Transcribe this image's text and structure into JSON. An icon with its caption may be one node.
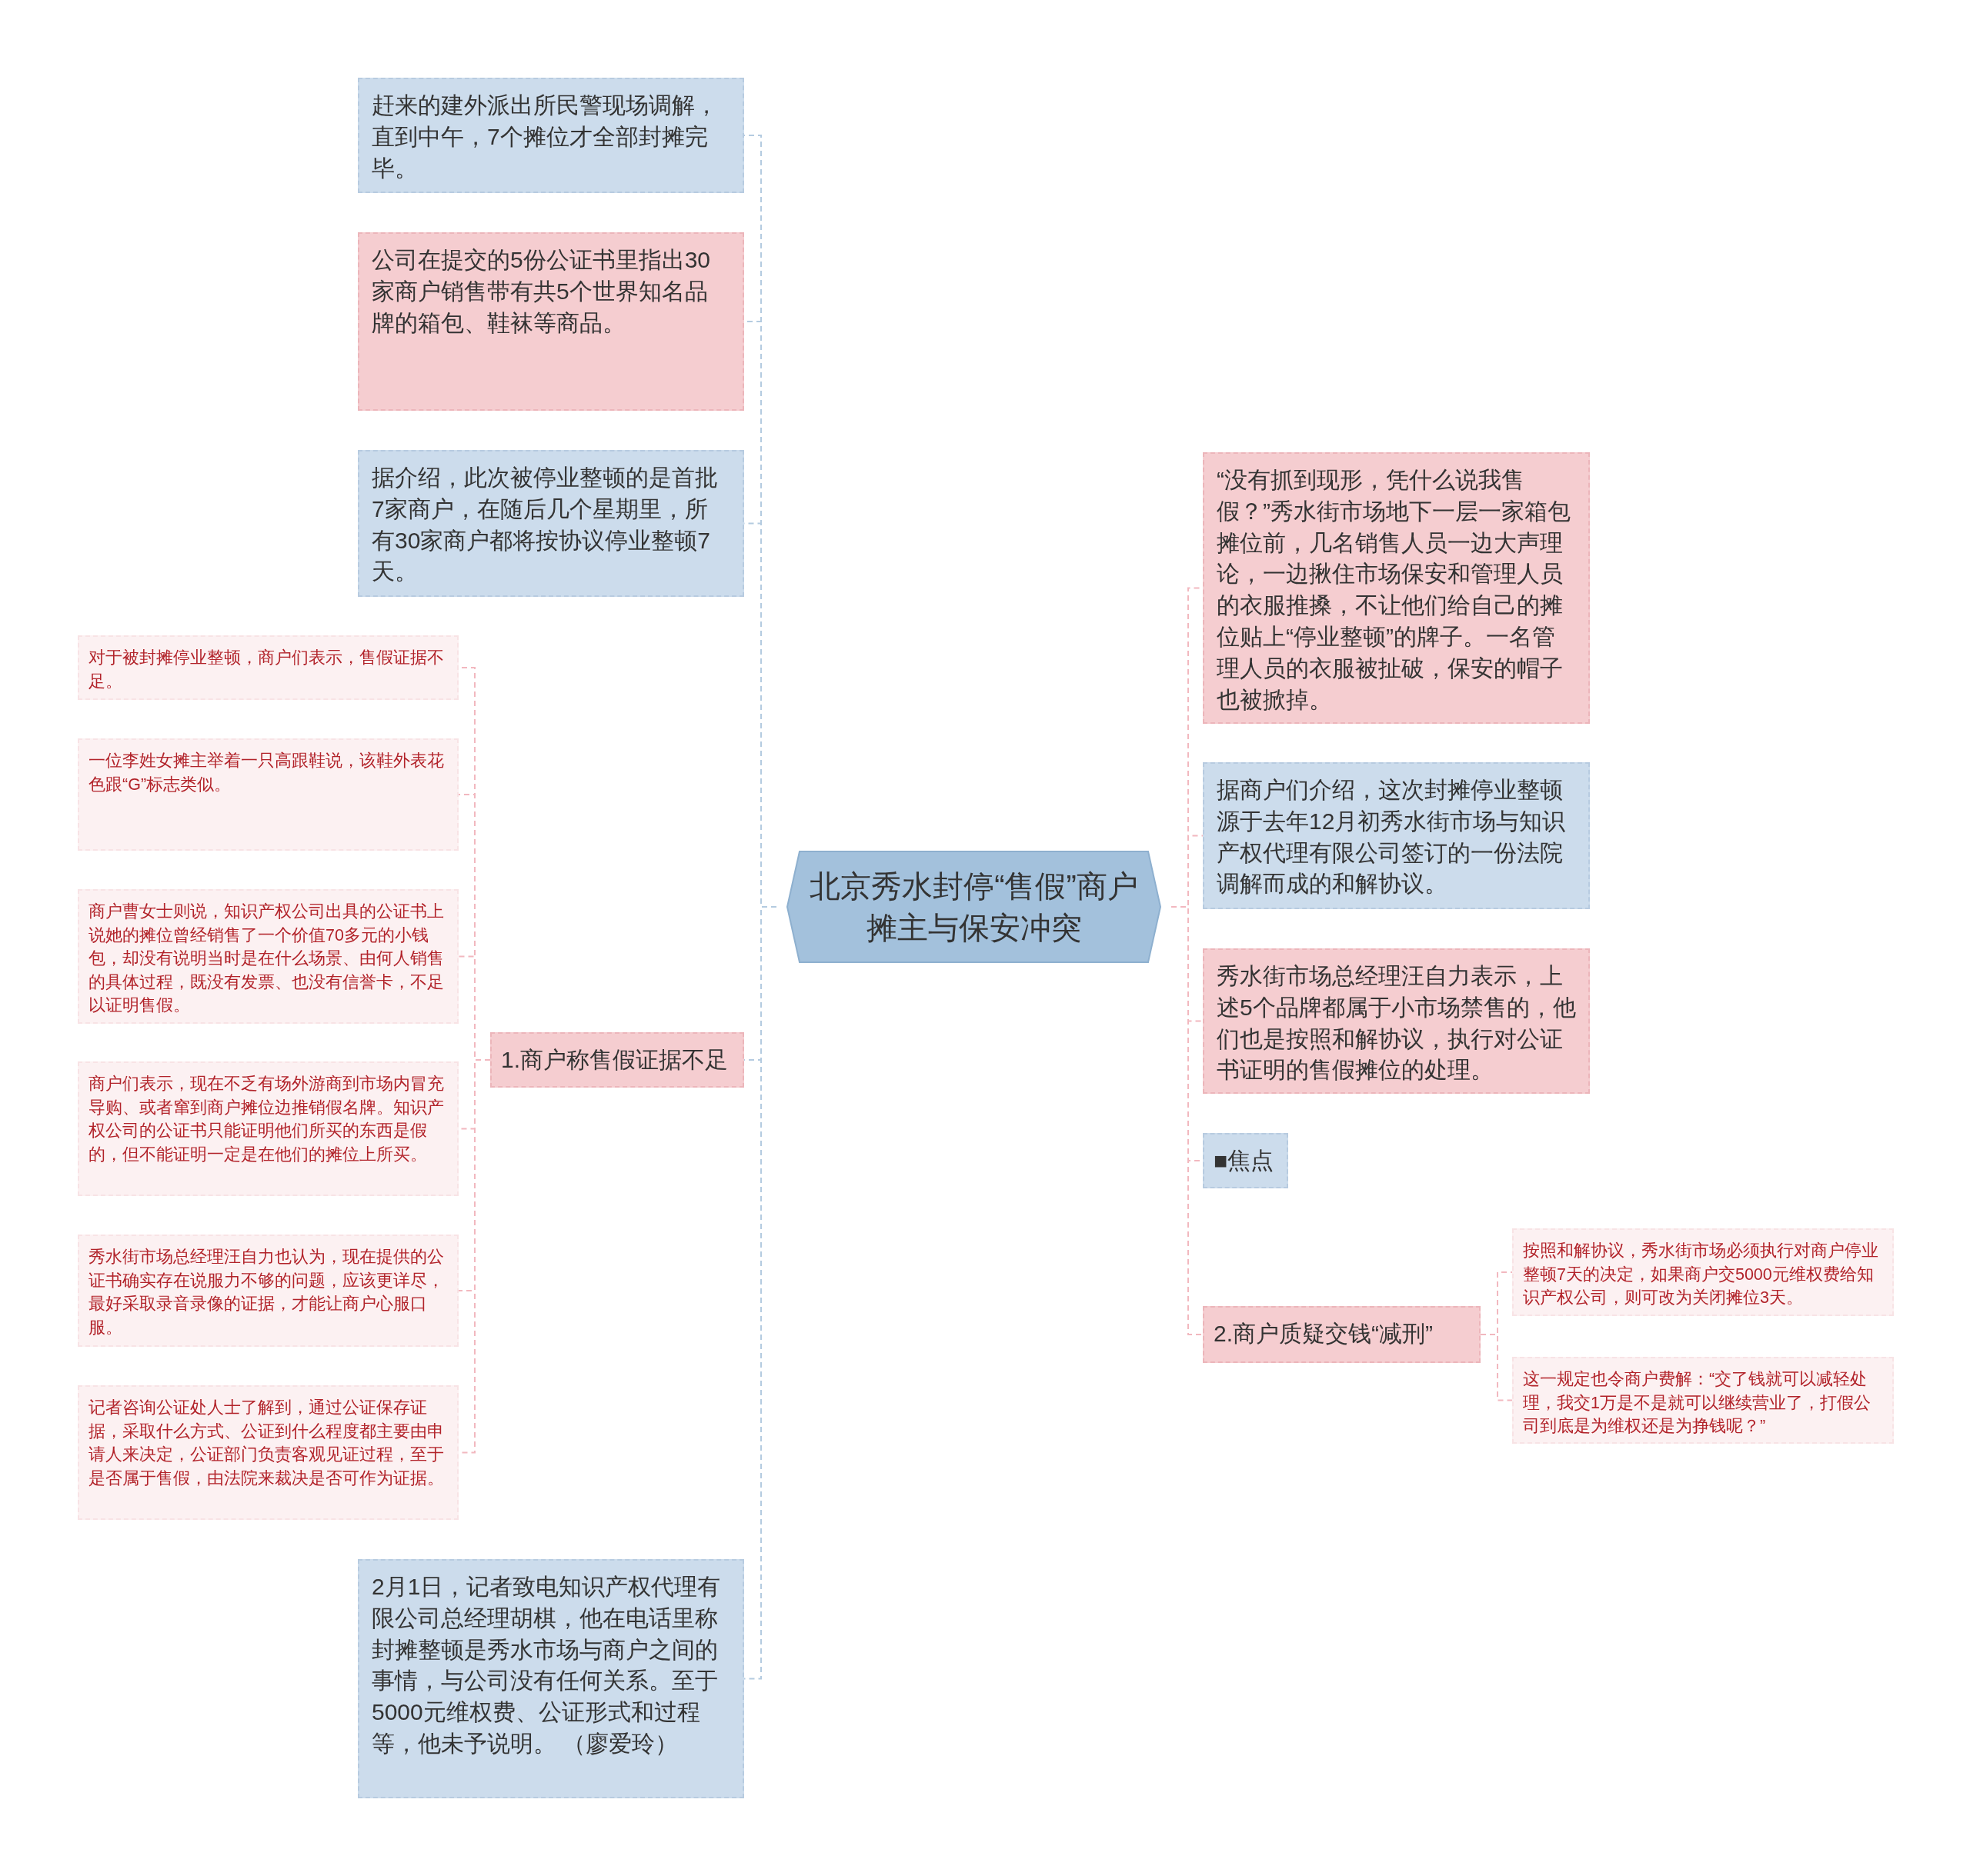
{
  "diagram": {
    "nodes": [
      {
        "text": [
          "北京秀水封停“售假”商户摊主与保安冲突"
        ]
      },
      {
        "text": [
          "赶来的建外派出所民警现场调解，直到中午，7个摊位才全部封摊完毕。"
        ]
      },
      {
        "text": [
          "公司在提交的5份公证书里指出30家商户销售带有共5个世界知名品牌的箱包、鞋袜等商品。"
        ]
      },
      {
        "text": [
          "据介绍，此次被停业整顿的是首批7家商户，在随后几个星期里，所有30家商户都将按协议停业整顿7天。"
        ]
      },
      {
        "text": [
          "1.商户称售假证据不足"
        ]
      },
      {
        "text": [
          "对于被封摊停业整顿，商户们表示，售假证据不足。"
        ]
      },
      {
        "text": [
          "一位李姓女摊主举着一只高跟鞋说，该鞋外表花色跟“G”标志类似。"
        ]
      },
      {
        "text": [
          "商户曹女士则说，知识产权公司出具的公证书上说她的摊位曾经销售了一个价值70多元的小钱包，却没有说明当时是在什么场景、由何人销售的具体过程，既没有发票、也没有信誉卡，不足以证明售假。"
        ]
      },
      {
        "text": [
          "商户们表示，现在不乏有场外游商到市场内冒充导购、或者窜到商户摊位边推销假名牌。知识产权公司的公证书只能证明他们所买的东西是假的，但不能证明一定是在他们的摊位上所买。"
        ]
      },
      {
        "text": [
          "秀水街市场总经理汪自力也认为，现在提供的公证书确实存在说服力不够的问题，应该更详尽，最好采取录音录像的证据，才能让商户心服口服。"
        ]
      },
      {
        "text": [
          "记者咨询公证处人士了解到，通过公证保存证据，采取什么方式、公证到什么程度都主要由申请人来决定，公证部门负责客观见证过程，至于是否属于售假，由法院来裁决是否可作为证据。"
        ]
      },
      {
        "text": [
          "2月1日，记者致电知识产权代理有限公司总经理胡棋，他在电话里称封摊整顿是秀水市场与商户之间的事情，与公司没有任何关系。至于5000元维权费、公证形式和过程等，他未予说明。 （廖爱玲）"
        ]
      },
      {
        "text": [
          "“没有抓到现形，凭什么说我售假？”秀水街市场地下一层一家箱包摊位前，几名销售人员一边大声理论，一边揪住市场保安和管理人员的衣服推搡，不让他们给自己的摊位贴上“停业整顿”的牌子。一名管理人员的衣服被扯破，保安的帽子也被掀掉。"
        ]
      },
      {
        "text": [
          "据商户们介绍，这次封摊停业整顿源于去年12月初秀水街市场与知识产权代理有限公司签订的一份法院调解而成的和解协议。"
        ]
      },
      {
        "text": [
          "秀水街市场总经理汪自力表示，上述5个品牌都属于小市场禁售的，他们也是按照和解协议，执行对公证书证明的售假摊位的处理。"
        ]
      },
      {
        "text": [
          "■焦点"
        ]
      },
      {
        "text": [
          "2.商户质疑交钱“减刑”"
        ]
      },
      {
        "text": [
          "按照和解协议，秀水街市场必须执行对商户停业整顿7天的决定，如果商户交5000元维权费给知识产权公司，则可改为关闭摊位3天。"
        ]
      },
      {
        "text": [
          "这一规定也令商户费解：“交了钱就可以减轻处理，我交1万是不是就可以继续营业了，打假公司到底是为维权还是为挣钱呢？”"
        ]
      }
    ],
    "edges": [
      {
        "from": 0,
        "to": 1,
        "arrow": "none",
        "style": "dashed",
        "color": "#b4cbe0"
      },
      {
        "from": 0,
        "to": 2,
        "arrow": "none",
        "style": "dashed",
        "color": "#b4cbe0"
      },
      {
        "from": 0,
        "to": 3,
        "arrow": "none",
        "style": "dashed",
        "color": "#b4cbe0"
      },
      {
        "from": 0,
        "to": 4,
        "arrow": "none",
        "style": "dashed",
        "color": "#b4cbe0"
      },
      {
        "from": 4,
        "to": 5,
        "arrow": "none",
        "style": "dashed"
      },
      {
        "from": 4,
        "to": 6,
        "arrow": "none",
        "style": "dashed"
      },
      {
        "from": 4,
        "to": 7,
        "arrow": "none",
        "style": "dashed"
      },
      {
        "from": 4,
        "to": 8,
        "arrow": "none",
        "style": "dashed"
      },
      {
        "from": 4,
        "to": 9,
        "arrow": "none",
        "style": "dashed"
      },
      {
        "from": 4,
        "to": 10,
        "arrow": "none",
        "style": "dashed"
      },
      {
        "from": 0,
        "to": 11,
        "arrow": "none",
        "style": "dashed",
        "color": "#b4cbe0"
      },
      {
        "from": 0,
        "to": 12,
        "arrow": "none",
        "style": "dashed"
      },
      {
        "from": 0,
        "to": 13,
        "arrow": "none",
        "style": "dashed"
      },
      {
        "from": 0,
        "to": 14,
        "arrow": "none",
        "style": "dashed"
      },
      {
        "from": 0,
        "to": 15,
        "arrow": "none",
        "style": "dashed"
      },
      {
        "from": 0,
        "to": 16,
        "arrow": "none",
        "style": "dashed"
      },
      {
        "from": 16,
        "to": 17,
        "arrow": "none",
        "style": "dashed"
      },
      {
        "from": 16,
        "to": 18,
        "arrow": "none",
        "style": "dashed"
      }
    ]
  }
}
